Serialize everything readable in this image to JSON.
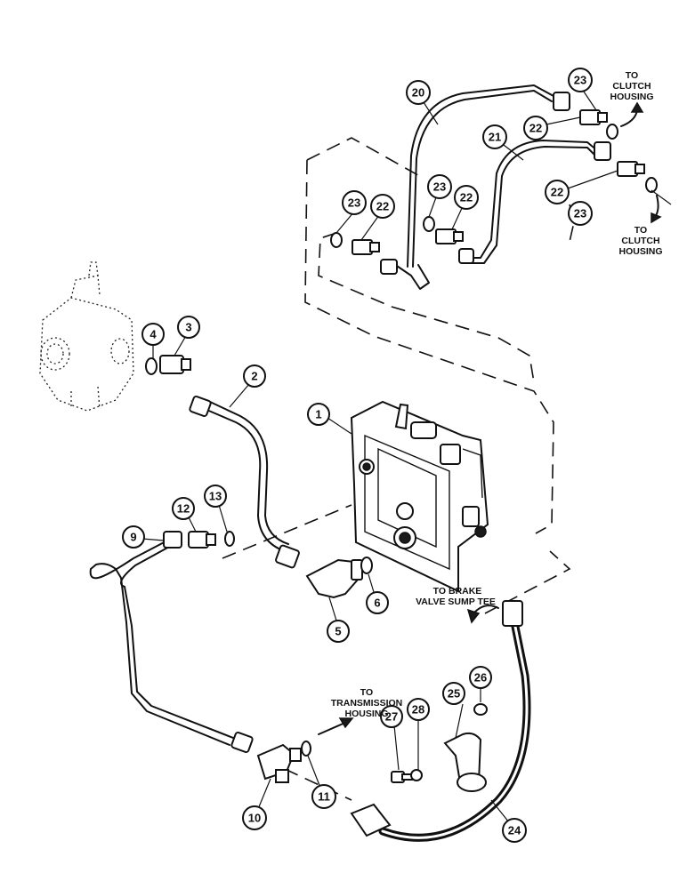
{
  "callouts": [
    {
      "label": "1"
    },
    {
      "label": "2"
    },
    {
      "label": "3"
    },
    {
      "label": "4"
    },
    {
      "label": "5"
    },
    {
      "label": "6"
    },
    {
      "label": "9"
    },
    {
      "label": "10"
    },
    {
      "label": "11"
    },
    {
      "label": "12"
    },
    {
      "label": "13"
    },
    {
      "label": "20"
    },
    {
      "label": "21"
    },
    {
      "label": "22"
    },
    {
      "label": "22"
    },
    {
      "label": "22"
    },
    {
      "label": "22"
    },
    {
      "label": "23"
    },
    {
      "label": "23"
    },
    {
      "label": "23"
    },
    {
      "label": "23"
    },
    {
      "label": "24"
    },
    {
      "label": "25"
    },
    {
      "label": "26"
    },
    {
      "label": "27"
    },
    {
      "label": "28"
    }
  ],
  "annotations": {
    "clutch_top": [
      "TO",
      "CLUTCH",
      "HOUSING"
    ],
    "clutch_mid": [
      "TO",
      "CLUTCH",
      "HOUSING"
    ],
    "brake": [
      "TO BRAKE",
      "VALVE SUMP TEE"
    ],
    "transmission": [
      "TO",
      "TRANSMISSION",
      "HOUSING"
    ]
  }
}
